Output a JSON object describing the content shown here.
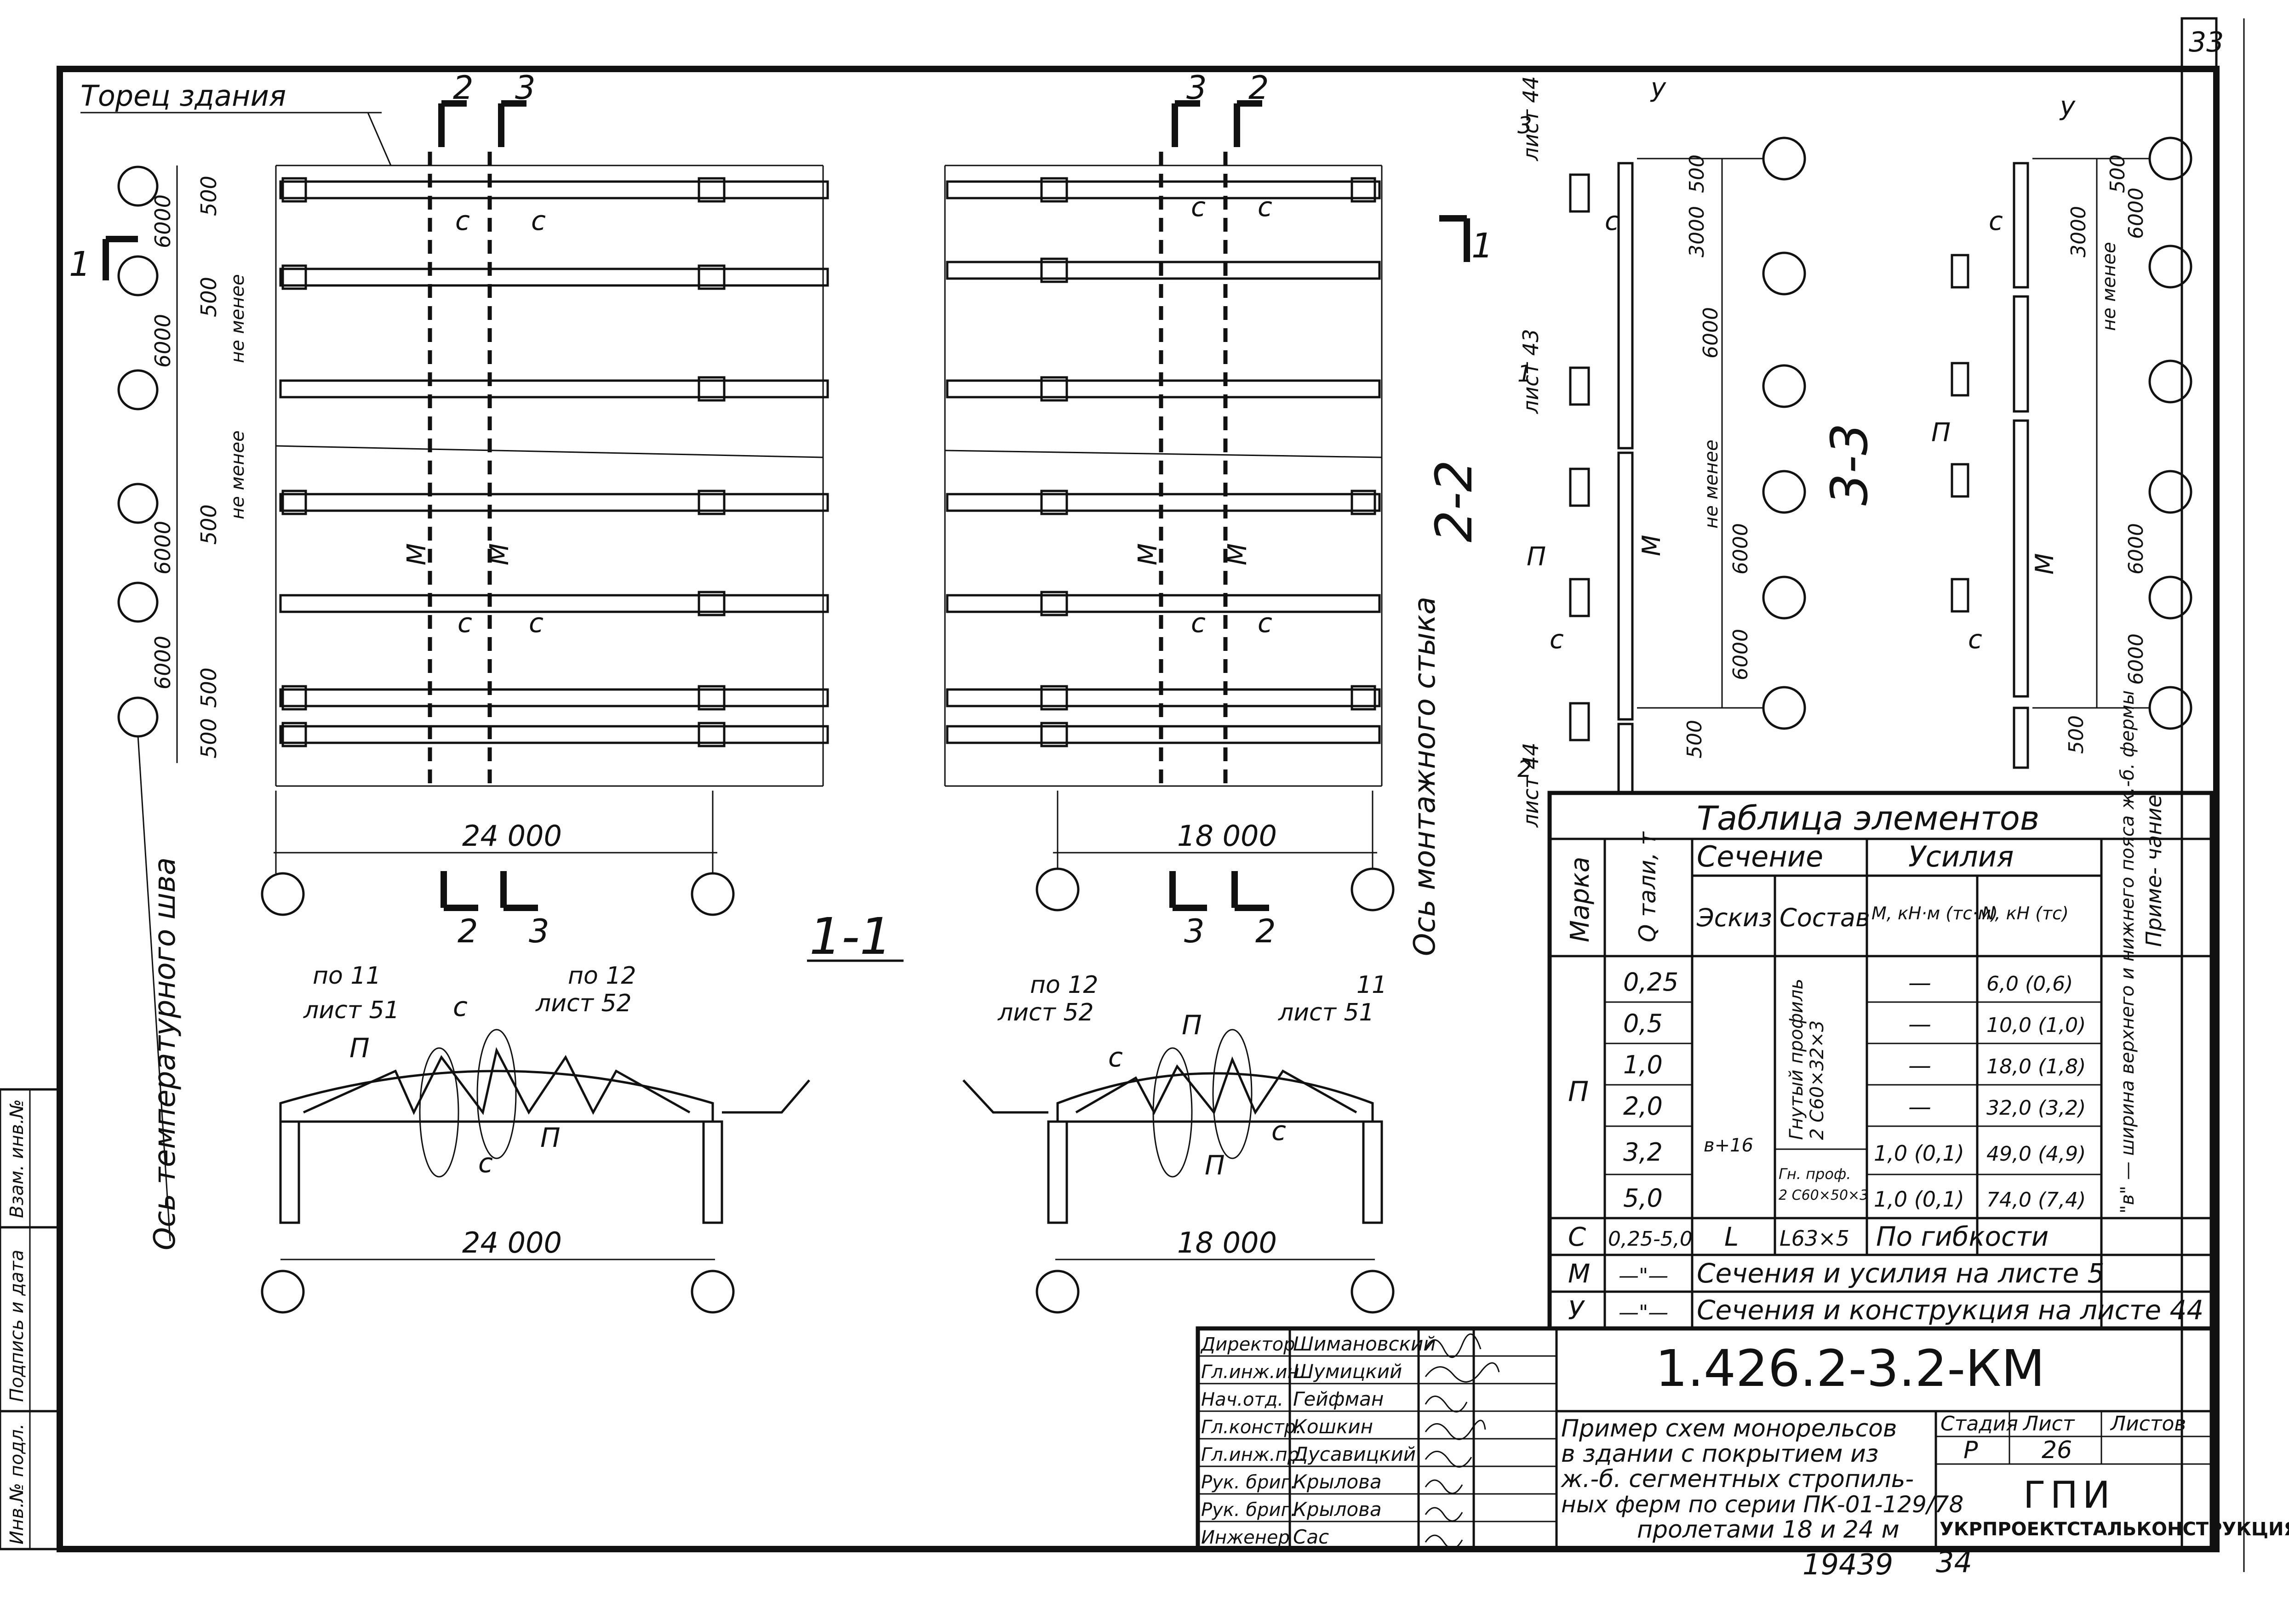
{
  "sheet_number": "33",
  "drawing_code": "1.426.2-3.2-КМ",
  "bottom_numbers": {
    "archive": "19439",
    "page": "34"
  },
  "plan_labels": {
    "torets": "Торец здания",
    "temp_axis": "Ось температурного шва",
    "mount_axis": "Ось монтажного стыка",
    "dim_24000": "24 000",
    "dim_18000": "18 000",
    "dim_6000": "6000",
    "dim_500": "500",
    "dim_3000": "3000",
    "ne_menee": "не менее",
    "mark_c": "с",
    "mark_m": "М",
    "mark_p": "П",
    "mark_u": "у",
    "sec_1": "1",
    "sec_2": "2",
    "sec_3": "3"
  },
  "section_titles": {
    "s11": "1-1",
    "s22": "2-2",
    "s33": "3-3"
  },
  "truss_labels": {
    "po11": "по 11",
    "list51": "лист 51",
    "po12": "по 12",
    "list52": "лист 52",
    "n11": "11",
    "list44": "лист 44",
    "list43": "лист 43",
    "n3": "3",
    "n1": "1",
    "n2": "2"
  },
  "table": {
    "title": "Таблица элементов",
    "h_marka": "Марка",
    "h_q": "Q тали, т",
    "h_sechenie": "Сечение",
    "h_eskiz": "Эскиз",
    "h_sostav": "Состав",
    "h_usiliya": "Усилия",
    "h_m": "М, кН·м (тс·м)",
    "h_n": "N, кН (тс)",
    "h_prim": "Приме- чание",
    "p_mark": "П",
    "p_rows": [
      {
        "q": "0,25",
        "m": "—",
        "n": "6,0 (0,6)"
      },
      {
        "q": "0,5",
        "m": "—",
        "n": "10,0 (1,0)"
      },
      {
        "q": "1,0",
        "m": "—",
        "n": "18,0 (1,8)"
      },
      {
        "q": "2,0",
        "m": "—",
        "n": "32,0 (3,2)"
      },
      {
        "q": "3,2",
        "m": "1,0 (0,1)",
        "n": "49,0 (4,9)"
      },
      {
        "q": "5,0",
        "m": "1,0 (0,1)",
        "n": "74,0 (7,4)"
      }
    ],
    "p_eskiz": "в+16",
    "p_sostav_1": "Гнутый профиль",
    "p_sostav_2": "2 С60×32×3",
    "p_sostav_3": "Гн. проф.",
    "p_sostav_4": "2 С60×50×3",
    "p_note": "\"в\" — ширина верхнего и нижнего пояса ж.-б. фермы",
    "c_mark": "С",
    "c_q": "0,25-5,0",
    "c_eskiz": "L",
    "c_sostav": "L63×5",
    "c_usiliya": "По гибкости",
    "m_mark": "М",
    "m_q": "—\"—",
    "m_text": "Сечения и усилия на листе 5",
    "u_mark": "У",
    "u_q": "—\"—",
    "u_text": "Сечения и конструкция на листе 44"
  },
  "title_block": {
    "people": [
      {
        "role": "Директор",
        "name": "Шимановский"
      },
      {
        "role": "Гл.инж.ин.",
        "name": "Шумицкий"
      },
      {
        "role": "Нач.отд.",
        "name": "Гейфман"
      },
      {
        "role": "Гл.констр.",
        "name": "Кошкин"
      },
      {
        "role": "Гл.инж.пр.",
        "name": "Дусавицкий"
      },
      {
        "role": "Рук. бриг.",
        "name": "Крылова"
      },
      {
        "role": "Рук. бриг.",
        "name": "Крылова"
      },
      {
        "role": "Инженер",
        "name": "Сас"
      }
    ],
    "description": [
      "Пример схем монорельсов",
      "в здании с покрытием из",
      "ж.-б. сегментных стропиль-",
      "ных ферм по серии ПК-01-129/78",
      "пролетами 18 и 24 м"
    ],
    "stadiya_h": "Стадия",
    "list_h": "Лист",
    "listov_h": "Листов",
    "stadiya": "Р",
    "list": "26",
    "org_1": "ГПИ",
    "org_2": "УКРПРОЕКТСТАЛЬКОНСТРУКЦИЯ"
  },
  "side_stamp": [
    "Инв.№ подл.",
    "Подпись и дата",
    "Взам. инв.№"
  ]
}
